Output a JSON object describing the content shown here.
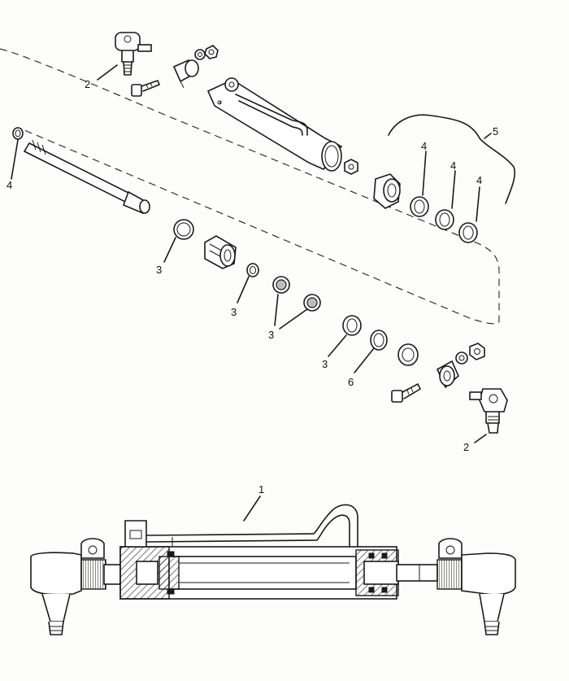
{
  "callouts": {
    "ball_joint_top": "2",
    "ball_joint_bottom": "2",
    "seal_left": "4",
    "seal_set_a": "4",
    "seal_set_b": "4",
    "seal_set_c": "4",
    "seal_kit_group": "5",
    "oring_a": "3",
    "oring_b": "3",
    "oring_c": "3",
    "oring_d": "3",
    "wiper": "6",
    "cylinder_assembly": "1"
  }
}
